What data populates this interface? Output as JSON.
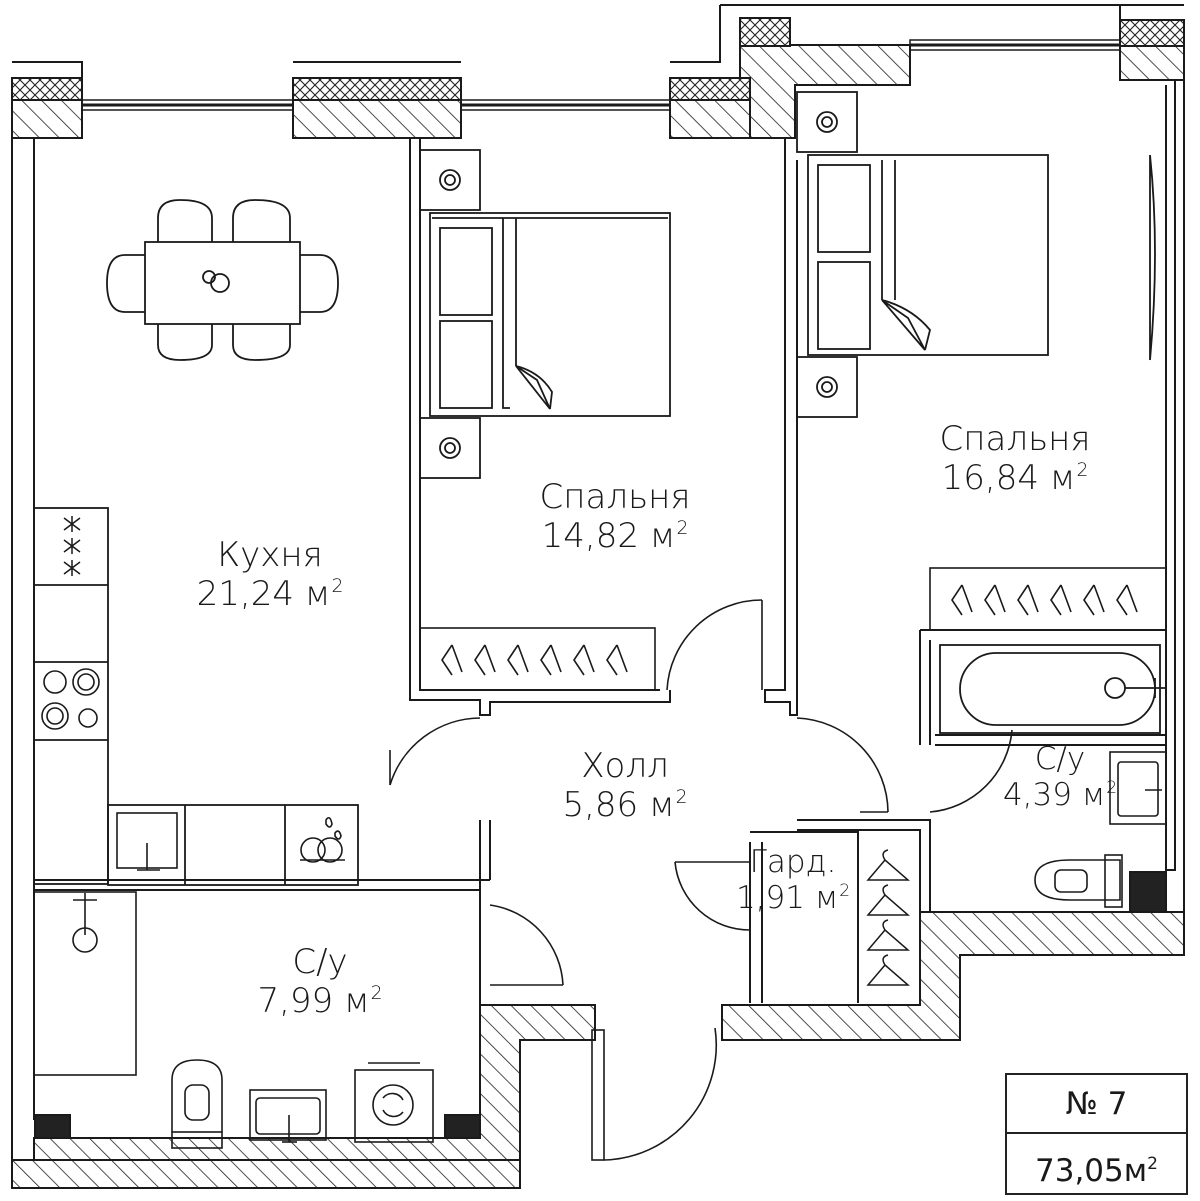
{
  "plan": {
    "rooms": [
      {
        "id": "kitchen",
        "name": "Кухня",
        "area": "21,24 м",
        "unit_sup": "2"
      },
      {
        "id": "bedroom-1",
        "name": "Спальня",
        "area": "14,82 м",
        "unit_sup": "2"
      },
      {
        "id": "bedroom-2",
        "name": "Спальня",
        "area": "16,84 м",
        "unit_sup": "2"
      },
      {
        "id": "hall",
        "name": "Холл",
        "area": "5,86 м",
        "unit_sup": "2"
      },
      {
        "id": "bathroom-1",
        "name": "С/у",
        "area": "7,99 м",
        "unit_sup": "2"
      },
      {
        "id": "bathroom-2",
        "name": "С/у",
        "area": "4,39 м",
        "unit_sup": "2"
      },
      {
        "id": "wardrobe",
        "name": "Гард.",
        "area": "1,91 м",
        "unit_sup": "2"
      }
    ],
    "apartment": {
      "number_label": "№ 7",
      "total_area": "73,05м",
      "unit_sup": "2"
    },
    "colors": {
      "line": "#1a1a1a",
      "background": "#ffffff"
    }
  }
}
